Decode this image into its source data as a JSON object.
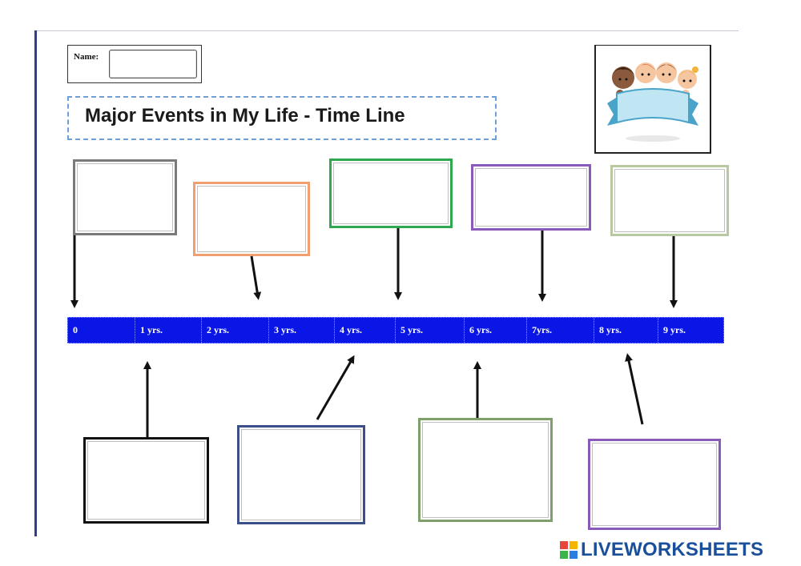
{
  "worksheet": {
    "name_label": "Name:",
    "title": "Major Events in My Life - Time Line"
  },
  "timeline": {
    "ticks": [
      "0",
      "1 yrs.",
      "2 yrs.",
      "3 yrs.",
      "4 yrs.",
      "5 yrs.",
      "6 yrs.",
      "7yrs.",
      "8 yrs.",
      "9 yrs."
    ],
    "bar_color": "#0a16e6"
  },
  "event_boxes": {
    "top_colors": [
      "#7a7a7a",
      "#f0a070",
      "#2fa84f",
      "#8a5ab8",
      "#b8c9a0"
    ],
    "bottom_colors": [
      "#111111",
      "#3b4f8a",
      "#7fa06a",
      "#8a5ab8"
    ]
  },
  "branding": {
    "text": "LIVEWORKSHEETS",
    "logo_colors": [
      "#e8453c",
      "#f5b400",
      "#3bb54a",
      "#2a7de1"
    ]
  },
  "illustration": {
    "icon": "kids-banner-icon"
  }
}
